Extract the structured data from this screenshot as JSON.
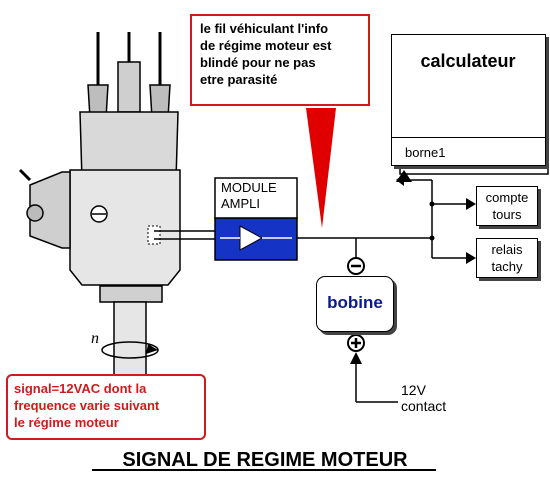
{
  "callout_top": {
    "line1": "le fil véhiculant l'info",
    "line2": "de régime moteur est",
    "line3": "blindé pour ne pas",
    "line4": "etre parasité"
  },
  "calculateur": {
    "title": "calculateur",
    "port": "borne1"
  },
  "module": {
    "line1": "MODULE",
    "line2": "AMPLI"
  },
  "compte_tours": {
    "line1": "compte",
    "line2": "tours"
  },
  "relais_tachy": {
    "line1": "relais",
    "line2": "tachy"
  },
  "bobine": {
    "label": "bobine",
    "minus": "−",
    "plus": "+"
  },
  "supply": {
    "line1": "12V",
    "line2": "contact"
  },
  "rotation_symbol": "n",
  "callout_signal": {
    "line1": "signal=12VAC dont la",
    "line2": "frequence varie suivant",
    "line3": "le régime moteur"
  },
  "title": "SIGNAL DE REGIME MOTEUR",
  "colors": {
    "callout_border": "#d21a1a",
    "module_fill": "#1533c4",
    "bobine_text": "#0a1a8a"
  }
}
